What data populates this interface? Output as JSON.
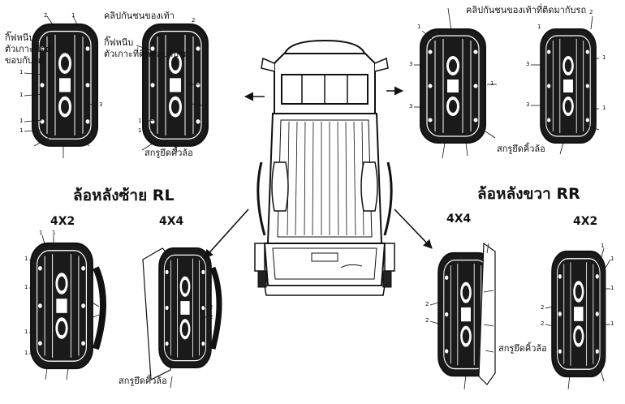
{
  "labels": {
    "top_left_callout_a": "กิ๊ฟหนีบ\nตัวเกาะที่ติด\nขอบกับรถ",
    "top_left_callout_b": "คลิปกันชนของเท้า",
    "top_left_callout_c": "กิ๊ฟหนีบ\nตัวเกาะที่ติดขอบกับรถ",
    "top_left_screw": "สกรูยึดคิ้วล้อ",
    "top_right_callout": "คลิปกันชนของเท้าที่ติดมากับรถ",
    "top_right_screw": "สกรูยึดคิ้วล้อ",
    "heading_left": "ล้อหลังซ้าย RL",
    "heading_right": "ล้อหลังขวา RR",
    "variant_bl_1": "4X2",
    "variant_bl_2": "4X4",
    "variant_br_1": "4X4",
    "variant_br_2": "4X2",
    "bottom_left_screw": "สกรูยึดคิ้วล้อ",
    "bottom_right_screw": "สกรูยึดคิ้วล้อ"
  },
  "part_numbers": [
    "1",
    "2",
    "3"
  ],
  "colors": {
    "ink": "#111111",
    "panel_dark": "#1a1a1a",
    "paper": "#ffffff"
  }
}
